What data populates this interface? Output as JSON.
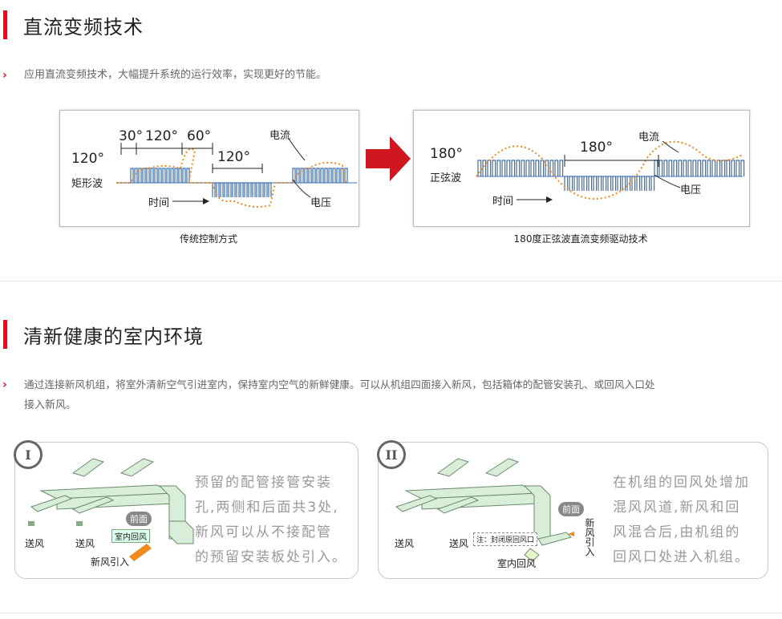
{
  "section1": {
    "title": "直流变频技术",
    "bullet": "应用直流变频技术，大幅提升系统的运行效率，实现更好的节能。",
    "left_diagram": {
      "caption": "传统控制方式",
      "angle_main": "120°",
      "wave_name": "矩形波",
      "seg_30": "30°",
      "seg_120a": "120°",
      "seg_60": "60°",
      "seg_120b": "120°",
      "current": "电流",
      "voltage": "电压",
      "time": "时间"
    },
    "right_diagram": {
      "caption": "180度正弦波直流变频驱动技术",
      "angle_main": "180°",
      "wave_name": "正弦波",
      "seg_180": "180°",
      "current": "电流",
      "voltage": "电压",
      "time": "时间"
    }
  },
  "section2": {
    "title": "清新健康的室内环境",
    "bullet_line1": "通过连接新风机组，将室外清新空气引进室内，保持室内空气的新鲜健康。可以从机组四面接入新风，包括箱体的配管安装孔、或回风入口处",
    "bullet_line2": "接入新风。",
    "card1": {
      "badge": "I",
      "desc": [
        "预留的配管接管安装",
        "孔,两侧和后面共3处,",
        "新风可以从不接配管",
        "的预留安装板处引入。"
      ],
      "front": "前面",
      "return_tag": "室内回风",
      "supply_a": "送风",
      "supply_b": "送风",
      "fresh_in": "新风引入"
    },
    "card2": {
      "badge": "II",
      "desc": [
        "在机组的回风处增加",
        "混风风道,新风和回",
        "风混合后,由机组的",
        "回风口处进入机组。"
      ],
      "front": "前面",
      "note": "注：封闭原回风口",
      "supply_a": "送风",
      "supply_b": "送风",
      "indoor_return": "室内回风",
      "fresh_v": "新风引入"
    }
  },
  "colors": {
    "accent": "#d7141e",
    "wave_blue": "#3a6fb0",
    "current_orange": "#f08a1e",
    "duct_green": "#cfe8cf"
  }
}
